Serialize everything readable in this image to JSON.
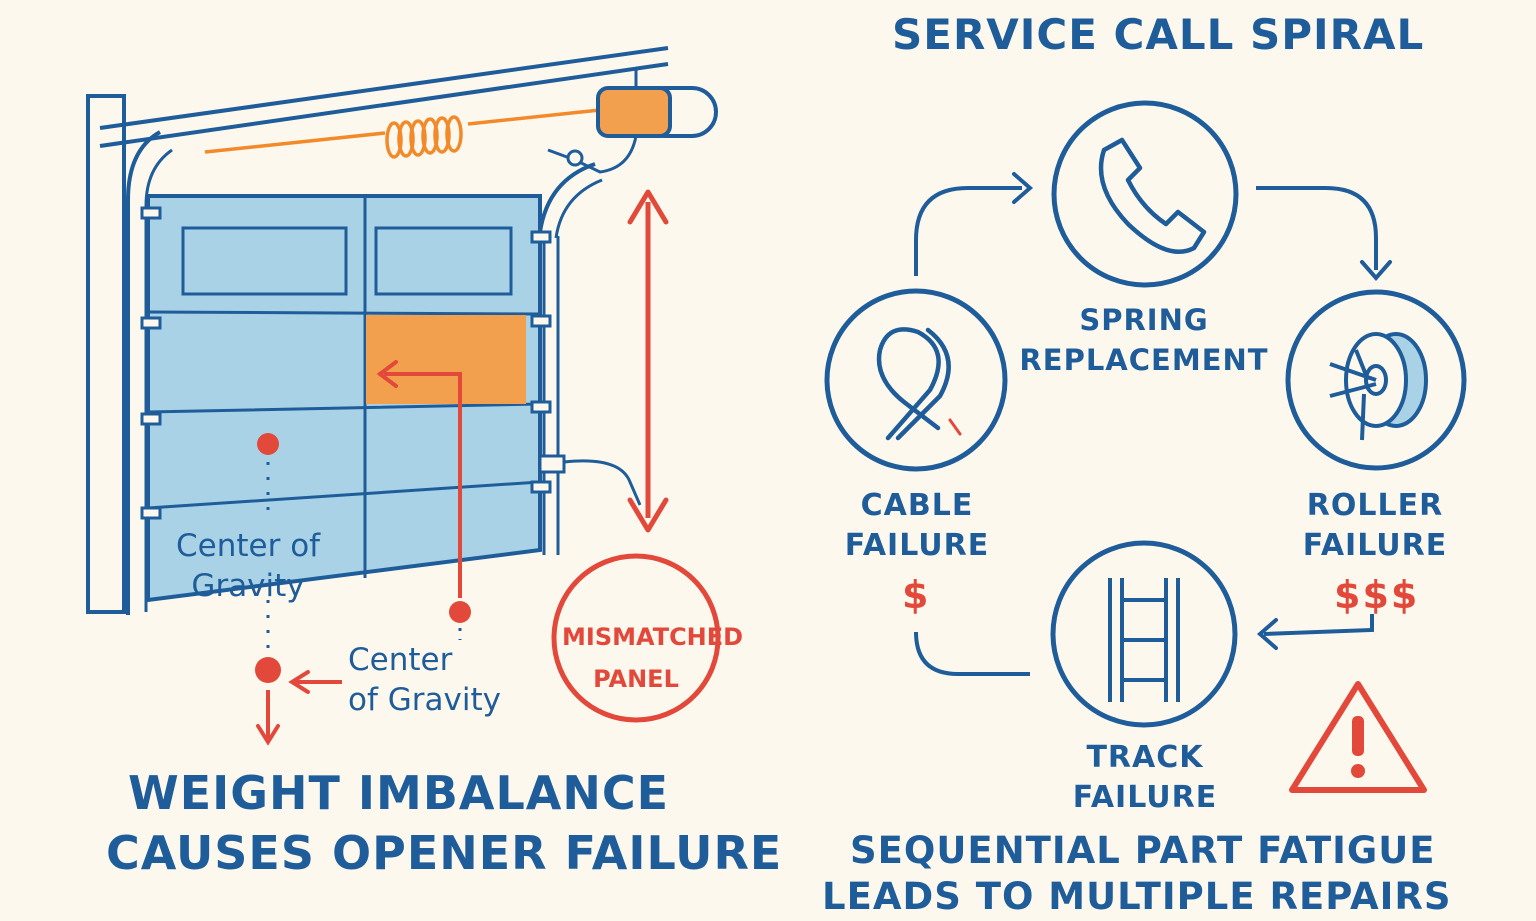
{
  "colors": {
    "blue": "#1f5d9a",
    "panel_fill": "#a9d2e6",
    "accent_orange": "#f2a04d",
    "alert_red": "#e2493a",
    "background": "#fdf8ee"
  },
  "left_panel": {
    "cog_label_upper": "Center of\nGravity",
    "cog_label_lower": "Center\nof Gravity",
    "mismatch_badge": "MISMATCHED\nPANEL",
    "title_line1": "WEIGHT IMBALANCE",
    "title_line2": "CAUSES OPENER FAILURE"
  },
  "right_panel": {
    "title": "SERVICE CALL SPIRAL",
    "steps": [
      {
        "label": "SPRING\nREPLACEMENT",
        "icon": "phone-icon"
      },
      {
        "label": "ROLLER\nFAILURE",
        "icon": "roller-icon",
        "cost": "$$$"
      },
      {
        "label": "TRACK\nFAILURE",
        "icon": "track-icon"
      },
      {
        "label": "CABLE\nFAILURE",
        "icon": "cable-icon",
        "cost": "$"
      }
    ],
    "warning_icon": "warning-icon",
    "footer_line1": "SEQUENTIAL PART FATIGUE",
    "footer_line2": "LEADS TO MULTIPLE REPAIRS"
  }
}
